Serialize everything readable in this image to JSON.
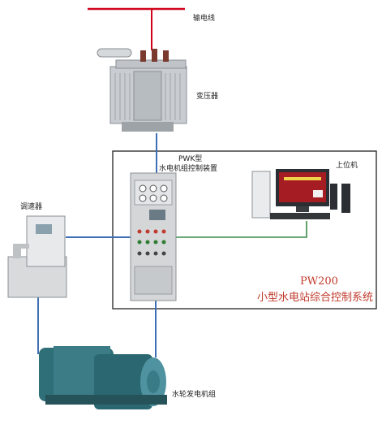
{
  "labels": {
    "power_line": "输电线",
    "transformer": "变压器",
    "controller_model": "PWK型",
    "controller_name": "水电机组控制装置",
    "host_computer": "上位机",
    "governor": "调速器",
    "generator": "水轮发电机组",
    "system_code": "PW200",
    "system_name": "小型水电站综合控制系统"
  },
  "colors": {
    "power_line": "#d0021b",
    "connection_blue": "#3f6fb5",
    "connection_green": "#3a8a4a",
    "system_frame": "#222222",
    "title_red": "#c0392b"
  },
  "icons": {
    "transformer": "transformer-icon",
    "control_cabinet": "control-cabinet-icon",
    "computer": "desktop-computer-icon",
    "governor": "governor-unit-icon",
    "generator": "hydro-generator-icon"
  }
}
